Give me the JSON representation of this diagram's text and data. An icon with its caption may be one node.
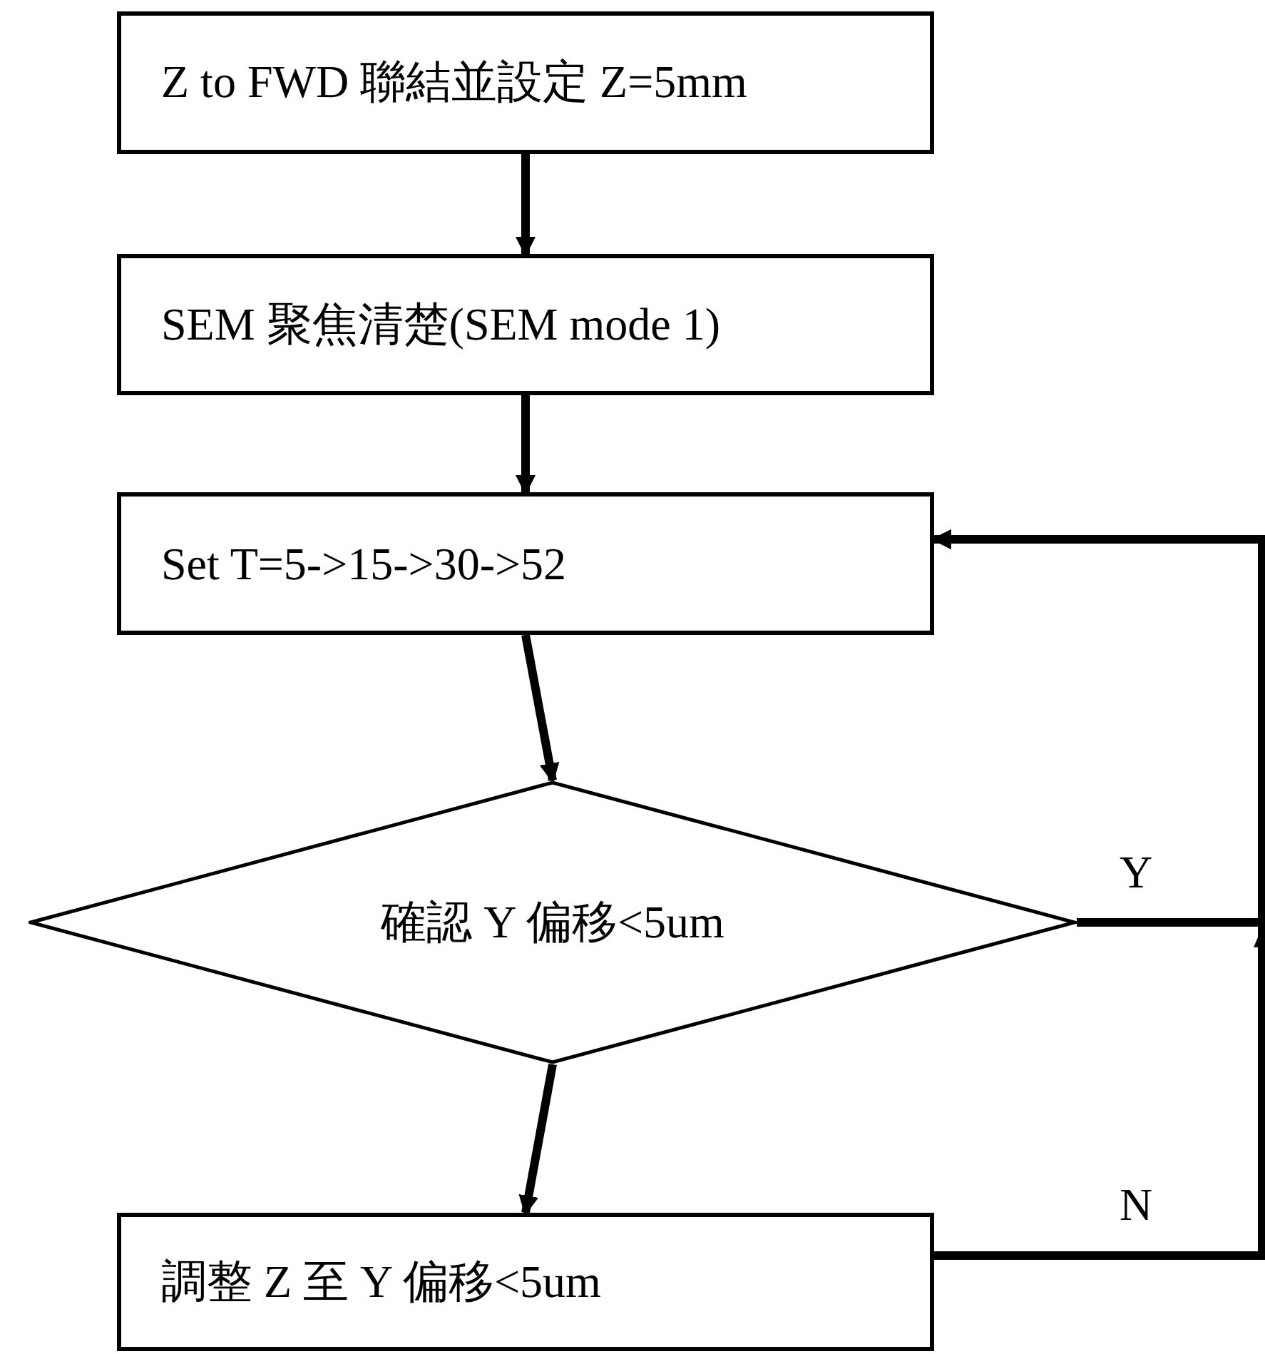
{
  "diagram": {
    "nodes": [
      {
        "text": [
          "Z to FWD 聯結並設定 Z=5mm"
        ]
      },
      {
        "text": [
          "SEM 聚焦清楚(SEM mode 1)"
        ]
      },
      {
        "text": [
          "Set T=5->15->30->52"
        ]
      },
      {
        "text": [
          "確認 Y 偏移<5um"
        ]
      },
      {
        "text": [
          "調整 Z 至 Y 偏移<5um"
        ]
      }
    ],
    "edges": [
      {
        "from": 0,
        "to": 1,
        "arrow": "to"
      },
      {
        "from": 1,
        "to": 2,
        "arrow": "to"
      },
      {
        "from": 2,
        "to": 3,
        "arrow": "to"
      },
      {
        "from": 3,
        "to": 2,
        "arrow": "to",
        "label": "Y"
      },
      {
        "from": 3,
        "to": 4,
        "arrow": "to"
      },
      {
        "from": 4,
        "to": 2,
        "arrow": "to",
        "label": "N"
      }
    ]
  }
}
